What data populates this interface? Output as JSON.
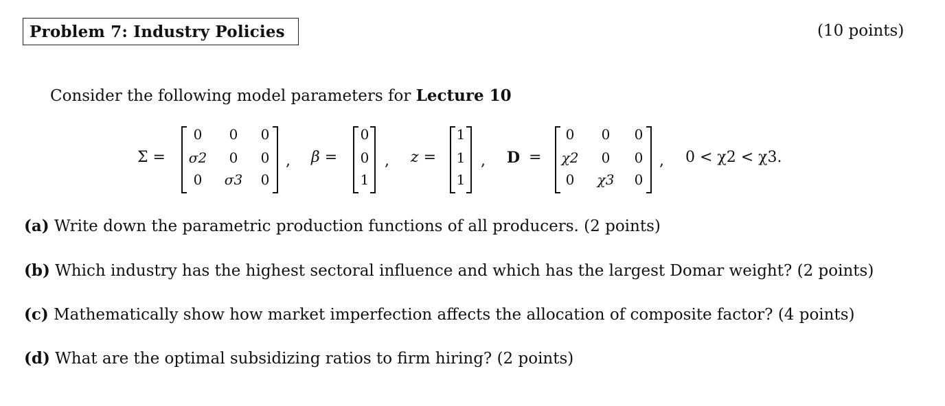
{
  "header": {
    "title": "Problem 7: Industry Policies",
    "points": "(10 points)"
  },
  "intro": {
    "text": "Consider the following model parameters for ",
    "bold": "Lecture 10"
  },
  "math": {
    "sigma_label": "Σ =",
    "sigma": [
      [
        "0",
        "0",
        "0"
      ],
      [
        "σ2",
        "0",
        "0"
      ],
      [
        "0",
        "σ3",
        "0"
      ]
    ],
    "beta_label": "β =",
    "beta": [
      "0",
      "0",
      "1"
    ],
    "z_label": "z =",
    "z": [
      "1",
      "1",
      "1"
    ],
    "d_label": "D",
    "d_eq": "=",
    "d": [
      [
        "0",
        "0",
        "0"
      ],
      [
        "χ2",
        "0",
        "0"
      ],
      [
        "0",
        "χ3",
        "0"
      ]
    ],
    "comma": ",",
    "condition": "0 < χ2 < χ3."
  },
  "questions": [
    {
      "label": "(a)",
      "text": " Write down the parametric production functions of all producers. (2 points)"
    },
    {
      "label": "(b)",
      "text": " Which industry has the highest sectoral influence and which has the largest Domar weight? (2 points)"
    },
    {
      "label": "(c)",
      "text": " Mathematically show how market imperfection affects the allocation of composite factor? (4 points)"
    },
    {
      "label": "(d)",
      "text": " What are the optimal subsidizing ratios to firm hiring? (2 points)"
    }
  ]
}
